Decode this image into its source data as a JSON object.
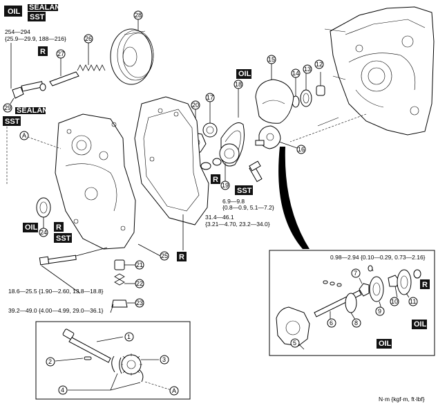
{
  "labels": {
    "sealant": "SEALANT",
    "sst": "SST",
    "oil": "OIL",
    "r": "R",
    "a": "A"
  },
  "torques": {
    "t254": "254—294",
    "t254b": "{25.9—29.9, 188—216}",
    "t69": "6.9—9.8",
    "t69b": "{0.8—0.9, 5.1—7.2}",
    "t314": "31.4—46.1",
    "t314b": "{3.21—4.70, 23.2—34.0}",
    "t186": "18.6—25.5 {1.90—2.60, 13.8—18.8}",
    "t392": "39.2—49.0 {4.00—4.99, 29.0—36.1}",
    "t098": "0.98—2.94 {0.10—0.29, 0.73—2.16}"
  },
  "units": "N·m {kgf·m, ft·lbf}",
  "parts": [
    "1",
    "2",
    "3",
    "4",
    "5",
    "6",
    "7",
    "8",
    "9",
    "10",
    "11",
    "12",
    "13",
    "14",
    "15",
    "16",
    "17",
    "18",
    "19",
    "20",
    "21",
    "22",
    "23",
    "24",
    "25",
    "26",
    "27",
    "28",
    "29"
  ]
}
